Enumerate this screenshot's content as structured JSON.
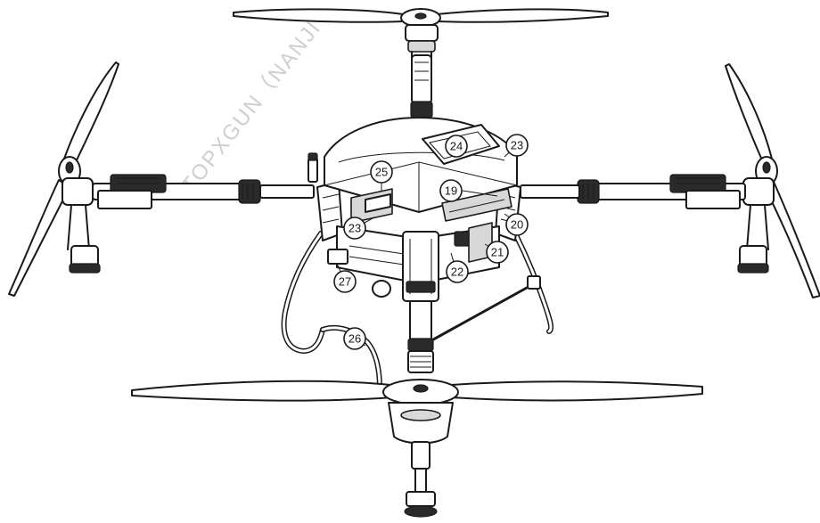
{
  "watermark": "TOPXGUN（NANJI",
  "callouts": [
    "19",
    "20",
    "21",
    "22",
    "23",
    "23",
    "24",
    "25",
    "26",
    "27"
  ],
  "colors": {
    "line": "#1a1a1a",
    "fill": "#ffffff",
    "shade": "#d8d8d8",
    "watermark": "#cfcfcf"
  }
}
